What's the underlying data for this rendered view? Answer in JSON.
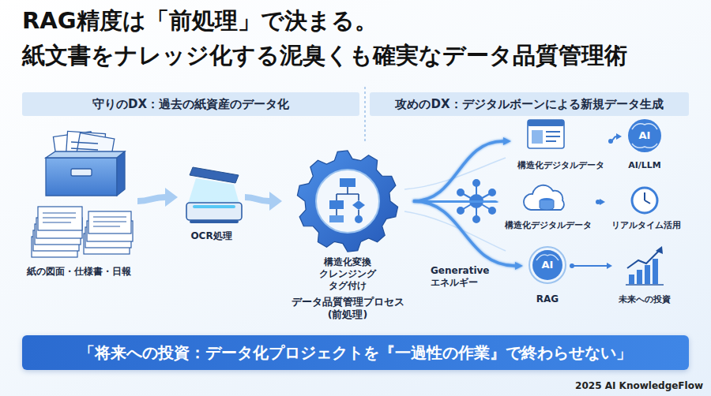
{
  "diagram": {
    "title": "RAG精度は「前処理」で決まる。 紙文書をナレッジ化する泥臭くも確実なデータ品質管理術",
    "nodes": [
      {
        "text": [
          "守りのDX：過去の紙資産のデータ化"
        ]
      },
      {
        "text": [
          "攻めのDX：デジタルボーンによる新規データ生成"
        ]
      },
      {
        "text": [
          "紙の図面・仕様書・日報"
        ]
      },
      {
        "text": [
          "OCR処理"
        ]
      },
      {
        "text": [
          "構造化変換 クレンジング タグ付け",
          "データ品質管理プロセス (前処理)"
        ]
      },
      {
        "text": [
          "構造化デジタルデータ"
        ]
      },
      {
        "text": [
          "AI/LLM"
        ]
      },
      {
        "text": [
          "構造化デジタルデータ"
        ]
      },
      {
        "text": [
          "リアルタイム活用"
        ]
      },
      {
        "text": [
          "RAG"
        ]
      },
      {
        "text": [
          "未来への投資"
        ]
      },
      {
        "text": [
          "「将来への投資：データ化プロジェクトを『一過性の作業』で終わらせない」"
        ]
      }
    ],
    "edges": [
      {
        "from": 2,
        "to": 3,
        "arrow": "to"
      },
      {
        "from": 3,
        "to": 4,
        "arrow": "to"
      },
      {
        "from": 4,
        "to": 5,
        "arrow": "to"
      },
      {
        "from": 4,
        "to": 7,
        "arrow": "to"
      },
      {
        "from": 4,
        "to": 9,
        "arrow": "to"
      },
      {
        "from": 5,
        "to": 6,
        "arrow": "to"
      },
      {
        "from": 7,
        "to": 8,
        "arrow": "to"
      },
      {
        "from": 9,
        "to": 10,
        "arrow": "to"
      }
    ],
    "labels": [
      "AI",
      "AI",
      "Generative エネルギー",
      "2025 AI KnowledgeFlow"
    ]
  }
}
